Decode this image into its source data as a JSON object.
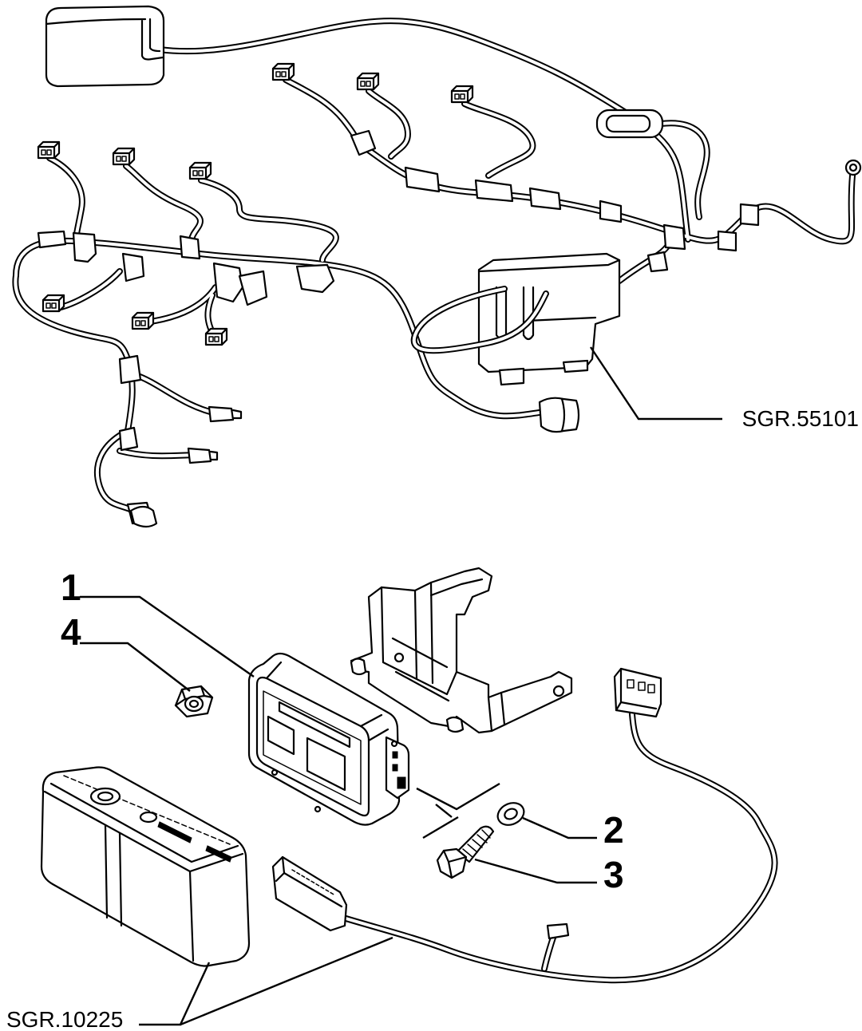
{
  "references": {
    "harness": "SGR.55101",
    "box": "SGR.10225"
  },
  "callouts": {
    "c1": "1",
    "c2": "2",
    "c3": "3",
    "c4": "4"
  },
  "colors": {
    "line": "#000000",
    "background": "#ffffff"
  }
}
